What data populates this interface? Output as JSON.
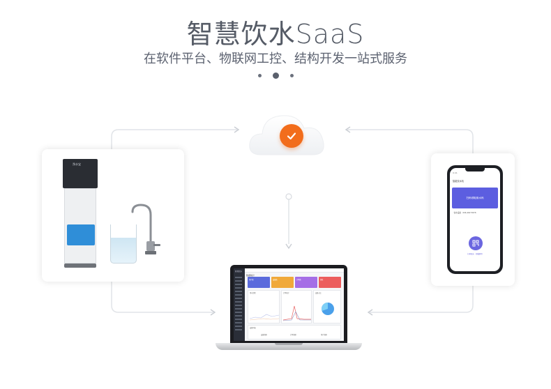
{
  "header": {
    "title": "智慧饮水SaaS",
    "subtitle": "在软件平台、物联网工控、结构开发一站式服务"
  },
  "colors": {
    "accent": "#f26d1c",
    "phone_primary": "#5c5ee0",
    "connector": "#e1e4e8",
    "title": "#555b66"
  },
  "icons": {
    "cloud": "cloud-icon",
    "check": "check-icon",
    "scan": "scan-icon"
  },
  "purifier": {
    "logo": "净水宝"
  },
  "phone": {
    "time": "9:41",
    "title": "智能饮水机",
    "banner": "扫码领取用水码",
    "device_row": "· 饮水设备 · 006-46473678",
    "scan_hint": "扫码取水 · 轻触即用"
  },
  "dashboard": {
    "logo": "智慧饮水",
    "header": "数据统计",
    "stats": [
      {
        "label": "用户数",
        "color": "#5b6bdc"
      },
      {
        "label": "设备数",
        "color": "#f0a93a"
      },
      {
        "label": "订单数",
        "color": "#a56ee6"
      },
      {
        "label": "营收",
        "color": "#ec5d5d"
      }
    ],
    "panels": {
      "trend": "用水趋势",
      "orders": "订单统计",
      "ratio": "设备占比",
      "list": "设备列表"
    },
    "footer_items": [
      "设备管理",
      "订单管理",
      "用户管理"
    ]
  }
}
